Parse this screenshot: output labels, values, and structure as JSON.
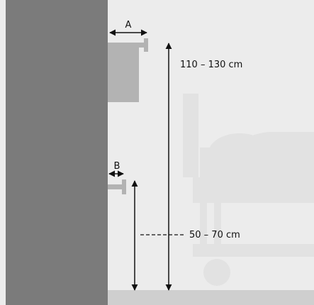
{
  "labels": {
    "a": "A",
    "b": "B",
    "height_upper": "110 – 130 cm",
    "height_lower": "50 – 70 cm"
  },
  "colors": {
    "background": "#ececec",
    "wall": "#7b7b7b",
    "floor": "#cfcfcf",
    "fixture": "#b3b3b3",
    "bed_silhouette": "#e2e2e2",
    "text": "#111111"
  }
}
